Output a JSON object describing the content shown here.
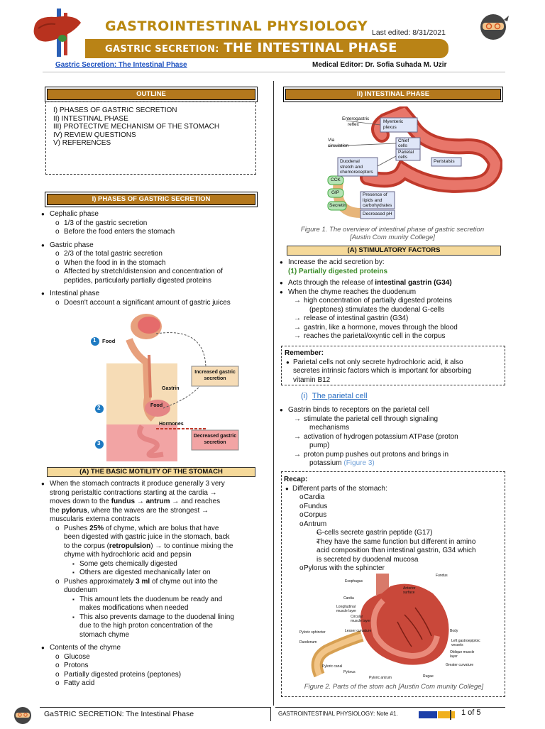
{
  "header": {
    "title": "GASTROINTESTINAL PHYSIOLOGY",
    "last_edited": "Last edited: 8/31/2021",
    "banner_small": "GASTRIC SECRETION:",
    "banner_big": "THE INTESTINAL PHASE",
    "subtitle_link": "Gastric Secretion: The Intestinal Phase",
    "editor": "Medical Editor: Dr. Sofia Suhada M. Uzir"
  },
  "outline": {
    "heading": "OUTLINE",
    "items": [
      "I) PHASES OF GASTRIC SECRETION",
      "II) INTESTINAL PHASE",
      "III) PROTECTIVE MECHANISM OF THE STOMACH",
      "IV) REVIEW QUESTIONS",
      "V) REFERENCES"
    ]
  },
  "phases": {
    "heading": "I) PHASES OF GASTRIC SECRETION",
    "cephalic": "Cephalic phase",
    "cephalic_1": "1/3 of the gastric secretion",
    "cephalic_2": "Before the food enters the stomach",
    "gastric": "Gastric phase",
    "gastric_1": "2/3 of the total gastric secretion",
    "gastric_2": "When the food in in the stomach",
    "gastric_3a": "Affected by stretch/distension and concentration of",
    "gastric_3b": "peptides, particularly partially digested proteins",
    "intestinal": "Intestinal phase",
    "intestinal_1": "Doesn't account a significant amount of gastric juices"
  },
  "fig_left": {
    "n1": "1",
    "food": "Food",
    "increased_a": "Increased gastric",
    "increased_b": "secretion",
    "gastrin": "Gastrin",
    "n2": "2",
    "food2": "Food",
    "hormones": "Hormones",
    "n3": "3",
    "decreased_a": "Decreased gastric",
    "decreased_b": "secretion"
  },
  "motility": {
    "heading": "(A)  THE BASIC MOTILITY OF THE STOMACH",
    "p1a": "When the stomach contracts it produce generally 3 very",
    "p1b": "strong peristaltic contractions starting at the cardia →",
    "p1c_pre": "moves down to the ",
    "p1c_b1": "fundus",
    "p1c_m": " → ",
    "p1c_b2": "antrum",
    "p1c_post": " → and reaches",
    "p1d_pre": "the ",
    "p1d_b": "pylorus",
    "p1d_post": ", where the waves are the strongest →",
    "p1e": "muscularis externa contracts",
    "s1a_pre": "Pushes ",
    "s1a_b": "25%",
    "s1a_post": " of chyme, which are bolus that have",
    "s1b": "been digested with gastric juice in the stomach, back",
    "s1c_pre": "to the corpus (",
    "s1c_b": "retropulsion",
    "s1c_post": ") → to continue mixing the",
    "s1d": "chyme with hydrochloric acid and pepsin",
    "s1e": "Some gets chemically digested",
    "s1f": "Others are digested mechanically later on",
    "s2a_pre": "Pushes approximately ",
    "s2a_b": "3 ml",
    "s2a_post": " of chyme out into the",
    "s2b": "duodenum",
    "s2c": "This amount lets the duodenum be ready and",
    "s2d": "makes modifications when needed",
    "s2e": "This also prevents damage to the duodenal lining",
    "s2f": "due to the high proton concentration of the",
    "s2g": "stomach chyme",
    "contents": "Contents of the chyme",
    "c1": "Glucose",
    "c2": "Protons",
    "c3": "Partially digested proteins (peptones)",
    "c4": "Fatty acid"
  },
  "intestinal": {
    "heading": "II) INTESTINAL PHASE",
    "fig": {
      "enterogastric_a": "Enterogastric",
      "enterogastric_b": "reflex",
      "myenteric_a": "Myenteric",
      "myenteric_b": "plexus",
      "via_a": "Via",
      "via_b": "circulation",
      "chief_a": "Chief",
      "chief_b": "cells",
      "parietal_a": "Parietal",
      "parietal_b": "cells",
      "duod_a": "Duodenal",
      "duod_b": "stretch and",
      "duod_c": "chemoreceptors",
      "peristalsis": "Peristalsis",
      "cck": "CCK",
      "gip": "GIP",
      "secretin": "Secretin",
      "lipids_a": "Presence of",
      "lipids_b": "lipids and",
      "lipids_c": "carbohydrates",
      "ph": "Decreased pH"
    },
    "caption_a": "Figure 1. The overview of intestinal phase of gastric secretion",
    "caption_b": "[Austin Com munity College]"
  },
  "stim": {
    "heading": "(A)  STIMULATORY FACTORS",
    "b1": "Increase the acid secretion by:",
    "sub1": "(1)  Partially digested proteins",
    "b2_pre": "Acts through the release of ",
    "b2_b": "intestinal gastrin (G34)",
    "b3": "When the chyme reaches the duodenum",
    "a1a": "high concentration of partially digested proteins",
    "a1b": "(peptones) stimulates the duodenal G-cells",
    "a2": "release of intestinal gastrin (G34)",
    "a3": "gastrin, like a hormone, moves through the blood",
    "a4": "reaches the parietal/oxyntic cell in the corpus"
  },
  "remember": {
    "title": "Remember:",
    "a": "Parietal cells not only secrete hydrochloric acid, it also",
    "b": "secretes intrinsic factors which is important for absorbing",
    "c": "vitamin B12"
  },
  "parietal": {
    "title_num": "(i)",
    "title": "The parietal cell",
    "b1": "Gastrin binds to receptors on the parietal cell",
    "a1a": "stimulate the parietal cell through signaling",
    "a1b": "mechanisms",
    "a2a": "activation of hydrogen potassium ATPase (proton",
    "a2b": "pump)",
    "a3a": "proton pump pushes out protons and brings in",
    "a3b": "potassium ",
    "a3link": "(Figure 3)"
  },
  "recap": {
    "title": "Recap:",
    "b1": "Different parts of the stomach:",
    "p1": "Cardia",
    "p2": "Fundus",
    "p3": "Corpus",
    "p4": "Antrum",
    "g1": "G-cells secrete gastrin peptide (G17)",
    "g2a": "They have the same function but different in amino",
    "g2b": "acid composition than intestinal gastrin, G34 which",
    "g2c": "is secreted by duodenal mucosa",
    "p5": "Pylorus with the sphincter"
  },
  "fig2": {
    "esophagus": "Esophagus",
    "fundus": "Fundus",
    "cardia": "Cardia",
    "anterior": "Anterior surface",
    "longitudinal": "Longitudinal muscle layer",
    "circular": "Circular muscle layer",
    "pyloric_sph": "Pyloric sphincter",
    "lesser": "Lesser curvature",
    "body": "Body",
    "duodenum": "Duodenum",
    "gastroepiploic": "Left gastroepiploic vessels",
    "oblique": "Oblique muscle layer",
    "pyloric_canal": "Pyloric canal",
    "pylorus": "Pylorus",
    "antrum": "Pyloric antrum",
    "greater": "Greater curvature",
    "rugae": "Rugae",
    "caption": "Figure 2. Parts of the stom ach [Austin Com munity College]"
  },
  "footer": {
    "left": "GaSTRIC SECRETION: The Intestinal Phase",
    "right": "GASTROINTESTINAL PHYSIOLOGY: Note #1.",
    "page": "1 of 5"
  }
}
